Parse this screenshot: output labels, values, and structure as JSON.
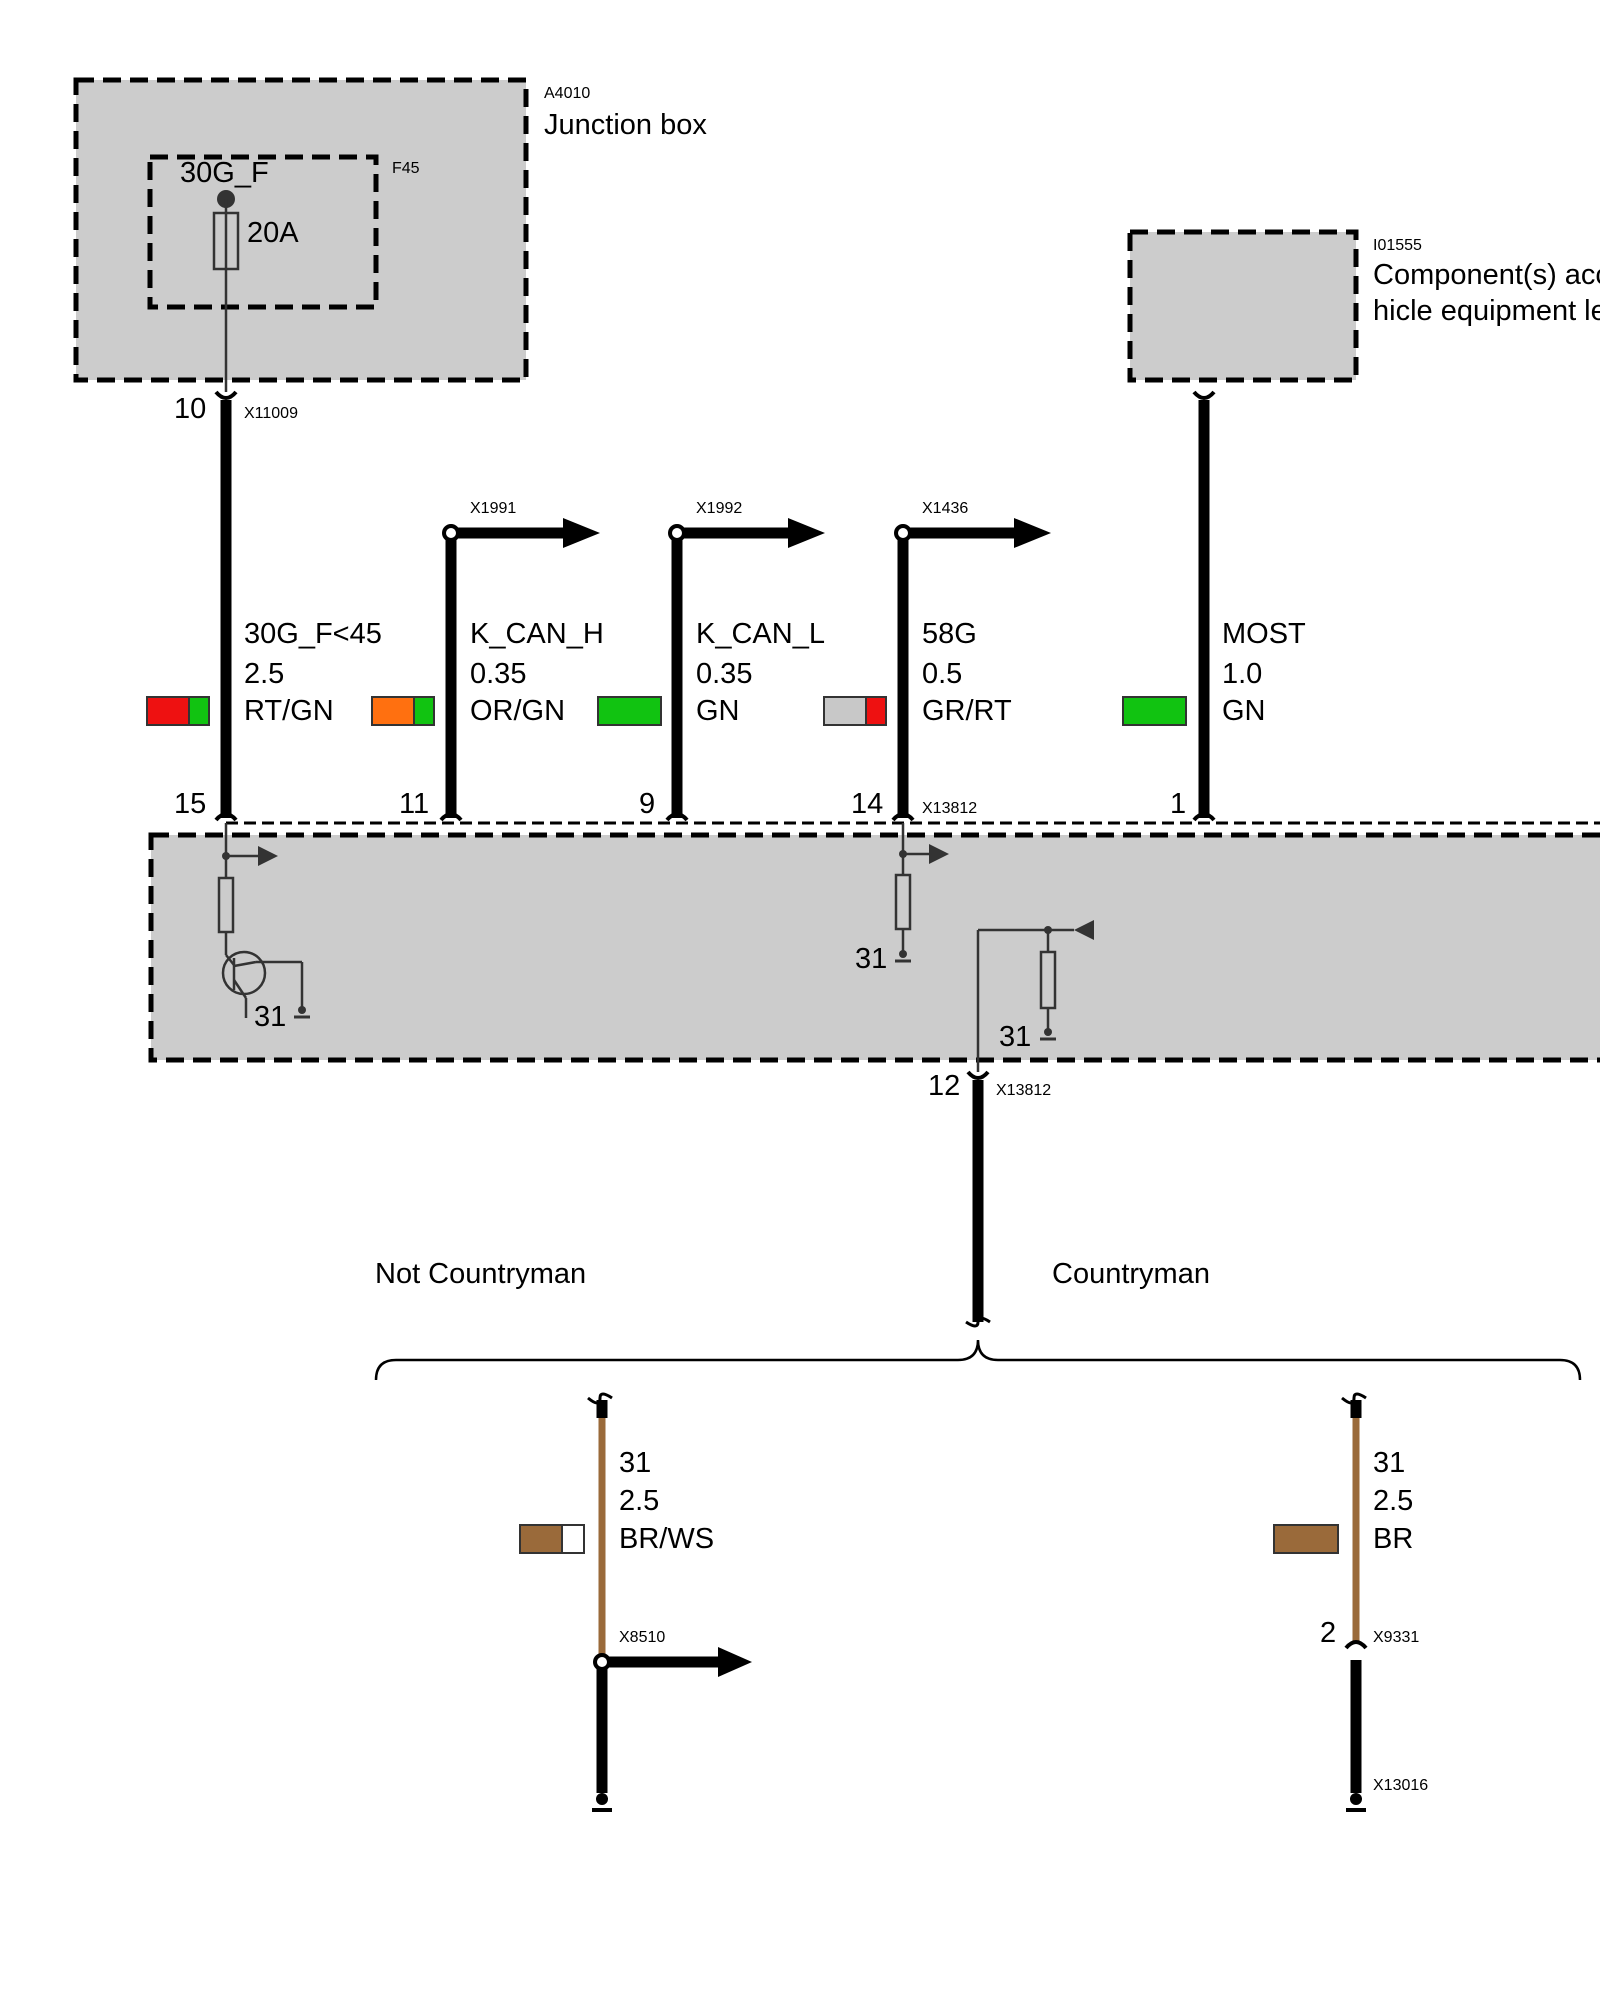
{
  "colors": {
    "RT": "#ee1111",
    "GN": "#11c311",
    "OR": "#ff7010",
    "GR": "#c8c8c8",
    "BR": "#9a6a3a",
    "WS": "#ffffff"
  },
  "junction_box": {
    "code": "A4010",
    "name": "Junction box"
  },
  "fuse": {
    "code": "F45",
    "terminal": "30G_F",
    "rating": "20A"
  },
  "component": {
    "code": "I01555",
    "name_line1": "Component(s) acc",
    "name_line2": "hicle equipment le"
  },
  "pins": {
    "jb_out": "10",
    "jb_out_connector": "X11009",
    "p15": "15",
    "p11": "11",
    "p9": "9",
    "p14": "14",
    "p1": "1",
    "main_connector": "X13812",
    "p12": "12",
    "p12_connector": "X13812",
    "ground_31": "31",
    "p2": "2"
  },
  "branch_connectors": {
    "b1": "X1991",
    "b2": "X1992",
    "b3": "X1436"
  },
  "wires": [
    {
      "signal": "30G_F<45",
      "size": "2.5",
      "color": "RT/GN"
    },
    {
      "signal": "K_CAN_H",
      "size": "0.35",
      "color": "OR/GN"
    },
    {
      "signal": "K_CAN_L",
      "size": "0.35",
      "color": "GN"
    },
    {
      "signal": "58G",
      "size": "0.5",
      "color": "GR/RT"
    },
    {
      "signal": "MOST",
      "size": "1.0",
      "color": "GN"
    }
  ],
  "variants": {
    "left_label": "Not Countryman",
    "right_label": "Countryman",
    "left_wire": {
      "signal": "31",
      "size": "2.5",
      "color": "BR/WS",
      "connector": "X8510"
    },
    "right_wire": {
      "signal": "31",
      "size": "2.5",
      "color": "BR",
      "connector": "X9331",
      "ground_connector": "X13016"
    }
  }
}
